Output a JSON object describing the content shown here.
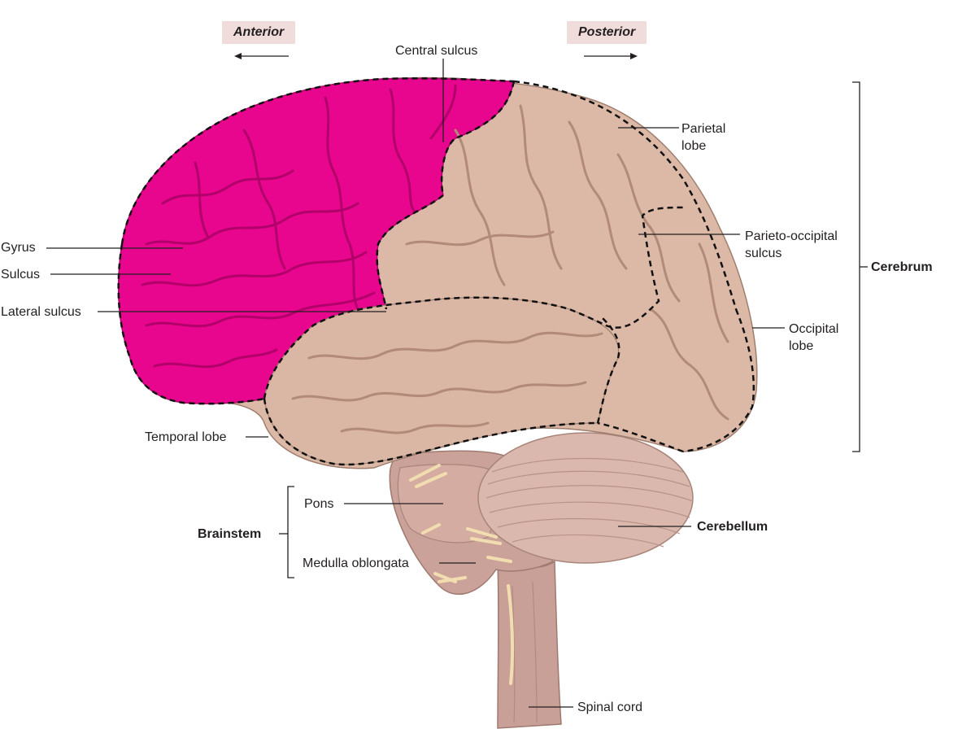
{
  "orientation": {
    "anterior": "Anterior",
    "posterior": "Posterior"
  },
  "labels": {
    "central_sulcus": "Central sulcus",
    "parietal_lobe": "Parietal\nlobe",
    "parieto_occipital_sulcus": "Parieto-occipital\nsulcus",
    "cerebrum": "Cerebrum",
    "occipital_lobe": "Occipital\nlobe",
    "gyrus": "Gyrus",
    "sulcus": "Sulcus",
    "lateral_sulcus": "Lateral sulcus",
    "temporal_lobe": "Temporal lobe",
    "pons": "Pons",
    "brainstem": "Brainstem",
    "medulla_oblongata": "Medulla oblongata",
    "cerebellum": "Cerebellum",
    "spinal_cord": "Spinal cord"
  },
  "colors": {
    "frontal_lobe": "#e8068e",
    "frontal_gyri": "#c2006f",
    "brain_tissue": "#dcb9a7",
    "brain_gyri": "#b88f7d",
    "cerebellum": "#d9b8ad",
    "brainstem": "#caa097",
    "nerves": "#f2dfb4",
    "leader_lines": "#231f20",
    "orientation_box": "#f1dcdc"
  }
}
